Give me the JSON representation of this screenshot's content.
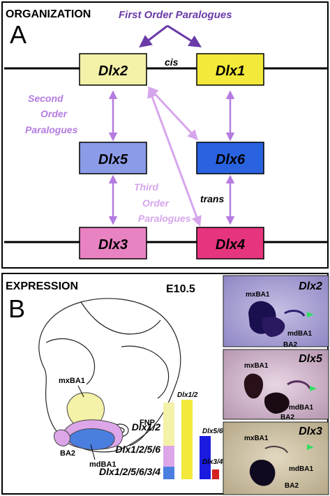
{
  "panel_a": {
    "section_title": "ORGANIZATION",
    "panel_letter": "A",
    "first_order": "First Order Paralogues",
    "second_order": [
      "Second",
      "Order",
      "Paralogues"
    ],
    "third_order": [
      "Third",
      "Order",
      "Paralogues"
    ],
    "cis": "cis",
    "trans": "trans",
    "genes": {
      "dlx2": {
        "label": "Dlx2",
        "color": "#f4f1a8"
      },
      "dlx1": {
        "label": "Dlx1",
        "color": "#f2e93a"
      },
      "dlx5": {
        "label": "Dlx5",
        "color": "#8b9be8"
      },
      "dlx6": {
        "label": "Dlx6",
        "color": "#2a63e0"
      },
      "dlx3": {
        "label": "Dlx3",
        "color": "#e882c2"
      },
      "dlx4": {
        "label": "Dlx4",
        "color": "#e6357e"
      }
    },
    "colors": {
      "first_order_arrow": "#6a3aa8",
      "second_order_arrow": "#b57be0",
      "third_order_arrow": "#d6a6ec"
    }
  },
  "panel_b": {
    "section_title": "EXPRESSION",
    "panel_letter": "B",
    "stage": "E10.5",
    "embryo_labels": {
      "mxba1": "mxBA1",
      "fnp": "FNP",
      "mdba1": "mdBA1",
      "ba2": "BA2"
    },
    "legend_rows": [
      "Dlx1/2",
      "Dlx1/2/5/6",
      "Dlx1/2/5/6/3/4"
    ],
    "bars": [
      {
        "label": "Dlx1/2",
        "color": "#f2e93a"
      },
      {
        "label": "Dlx5/6",
        "color": "#1a1ae0"
      },
      {
        "label": "Dlx3/4",
        "color": "#d42020"
      }
    ],
    "legend_colors": {
      "yellow": "#f4f1a8",
      "pink": "#dca6e8",
      "blue": "#4a7fe0"
    },
    "photos": [
      {
        "gene": "Dlx2",
        "labels": [
          "mxBA1",
          "mdBA1",
          "BA2"
        ]
      },
      {
        "gene": "Dlx5",
        "labels": [
          "mxBA1",
          "mdBA1",
          "BA2"
        ]
      },
      {
        "gene": "Dlx3",
        "labels": [
          "mxBA1",
          "mdBA1",
          "BA2"
        ]
      }
    ]
  }
}
